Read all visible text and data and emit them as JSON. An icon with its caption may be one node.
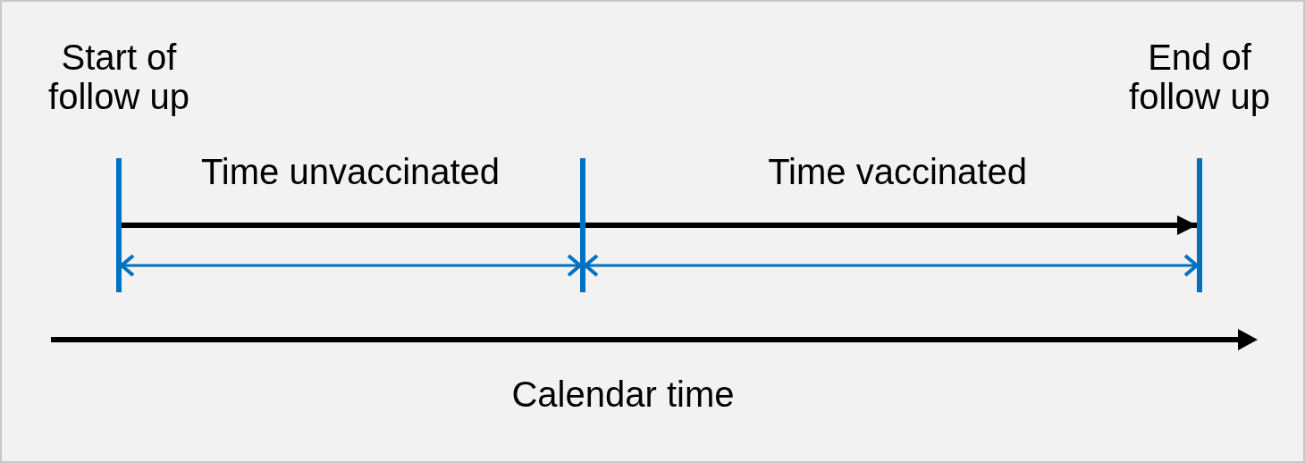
{
  "diagram": {
    "nodes": [
      {
        "text": [
          "Start of follow up"
        ]
      },
      {
        "text": [],
        "shape": "bar"
      },
      {
        "text": [
          "End of follow up"
        ]
      }
    ],
    "edges": [
      {
        "from": 0,
        "to": 2,
        "arrow": "to",
        "style": "thick",
        "color": "#000000"
      },
      {
        "from": 0,
        "to": 1,
        "arrow": "both",
        "color": "#0070c0"
      },
      {
        "from": 1,
        "to": 2,
        "arrow": "both",
        "color": "#0070c0"
      }
    ],
    "labels": [
      "Time unvaccinated",
      "Time vaccinated",
      "Calendar time"
    ]
  }
}
